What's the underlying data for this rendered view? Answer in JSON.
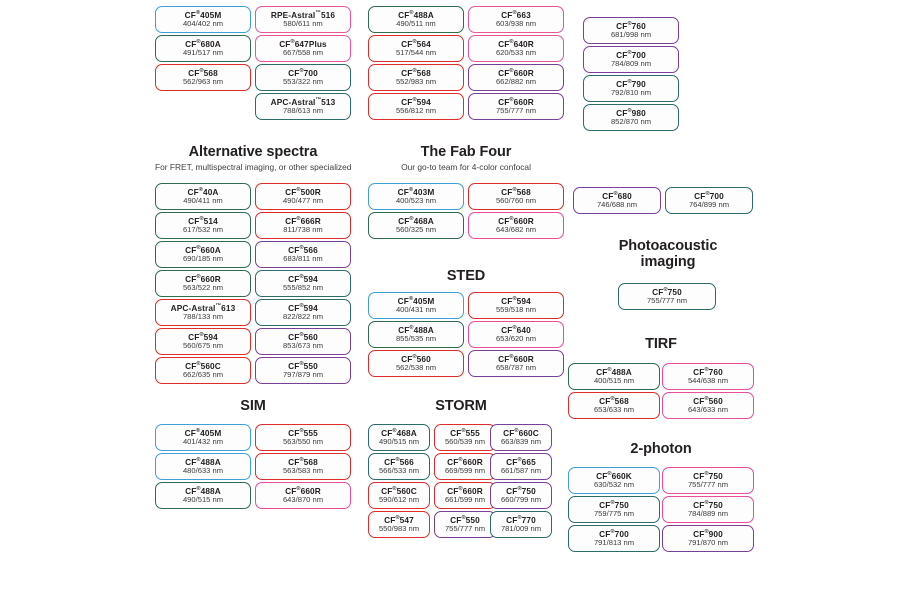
{
  "page": {
    "title": "Fluorescent dye selection chart",
    "colors": {
      "blue": "#3f9fd8",
      "green": "#2f6b4f",
      "red": "#e02b2b",
      "pink": "#e8559d",
      "magenta": "#ec4a9b",
      "purple": "#7b3f98",
      "teal": "#2d6b6b",
      "gray": "#8c8c8c",
      "text": "#231f20",
      "subtext": "#3f3f3f",
      "background": "#ffffff"
    }
  },
  "sections": [
    {
      "id": "top-left-group",
      "name": "top-left-group",
      "heading": "",
      "subheading": "",
      "columns": [
        {
          "id": "top-col-1",
          "items": [
            {
              "name": "CF",
              "sup": "®",
              "suffix": "405M",
              "ex_em": "404/402 nm",
              "color": "blue"
            },
            {
              "name": "CF",
              "sup": "®",
              "suffix": "680A",
              "ex_em": "491/517 nm",
              "color": "green"
            },
            {
              "name": "CF",
              "sup": "®",
              "suffix": "568",
              "ex_em": "562/963 nm",
              "color": "red"
            }
          ]
        },
        {
          "id": "top-col-2",
          "items": [
            {
              "name": "RPE-Astral",
              "sup": "™",
              "suffix": "516",
              "ex_em": "580/611 nm",
              "color": "pink"
            },
            {
              "name": "CF",
              "sup": "®",
              "suffix": "647Plus",
              "ex_em": "667/558 nm",
              "color": "pink"
            },
            {
              "name": "CF",
              "sup": "®",
              "suffix": "700",
              "ex_em": "553/322 nm",
              "color": "teal"
            },
            {
              "name": "APC-Astral",
              "sup": "™",
              "suffix": "513",
              "ex_em": "788/613 nm",
              "color": "teal"
            }
          ]
        },
        {
          "id": "top-col-3",
          "items": [
            {
              "name": "CF",
              "sup": "®",
              "suffix": "488A",
              "ex_em": "490/511 nm",
              "color": "green"
            },
            {
              "name": "CF",
              "sup": "®",
              "suffix": "564",
              "ex_em": "517/544 nm",
              "color": "red"
            },
            {
              "name": "CF",
              "sup": "®",
              "suffix": "568",
              "ex_em": "552/983 nm",
              "color": "red"
            },
            {
              "name": "CF",
              "sup": "®",
              "suffix": "594",
              "ex_em": "556/812 nm",
              "color": "red"
            }
          ]
        },
        {
          "id": "top-col-4",
          "items": [
            {
              "name": "CF",
              "sup": "®",
              "suffix": "663",
              "ex_em": "603/938 nm",
              "color": "pink"
            },
            {
              "name": "CF",
              "sup": "®",
              "suffix": "640R",
              "ex_em": "620/533 nm",
              "color": "pink"
            },
            {
              "name": "CF",
              "sup": "®",
              "suffix": "660R",
              "ex_em": "662/882 nm",
              "color": "purple"
            },
            {
              "name": "CF",
              "sup": "®",
              "suffix": "660R",
              "ex_em": "755/777 nm",
              "color": "purple"
            }
          ]
        },
        {
          "id": "top-col-5",
          "items": [
            {
              "name": "CF",
              "sup": "®",
              "suffix": "760",
              "ex_em": "681/998 nm",
              "color": "purple"
            },
            {
              "name": "CF",
              "sup": "®",
              "suffix": "700",
              "ex_em": "784/809 nm",
              "color": "purple"
            },
            {
              "name": "CF",
              "sup": "®",
              "suffix": "790",
              "ex_em": "792/810 nm",
              "color": "teal"
            },
            {
              "name": "CF",
              "sup": "®",
              "suffix": "980",
              "ex_em": "852/870 nm",
              "color": "teal"
            }
          ]
        }
      ]
    },
    {
      "id": "alternative-spectra",
      "name": "alternative-spectra",
      "heading": "Alternative spectra",
      "subheading": "For FRET, multispectral imaging, or other specialized",
      "columns": [
        {
          "id": "alt-col-1",
          "items": [
            {
              "name": "CF",
              "sup": "®",
              "suffix": "40A",
              "ex_em": "490/411 nm",
              "color": "green"
            },
            {
              "name": "CF",
              "sup": "®",
              "suffix": "514",
              "ex_em": "617/532 nm",
              "color": "green"
            },
            {
              "name": "CF",
              "sup": "®",
              "suffix": "660A",
              "ex_em": "690/185 nm",
              "color": "green"
            },
            {
              "name": "CF",
              "sup": "®",
              "suffix": "660R",
              "ex_em": "563/522 nm",
              "color": "green"
            },
            {
              "name": "APC-Astral",
              "sup": "™",
              "suffix": "613",
              "ex_em": "788/133 nm",
              "color": "red"
            },
            {
              "name": "CF",
              "sup": "®",
              "suffix": "594",
              "ex_em": "560/675 nm",
              "color": "red"
            },
            {
              "name": "CF",
              "sup": "®",
              "suffix": "560C",
              "ex_em": "662/635 nm",
              "color": "red"
            }
          ]
        },
        {
          "id": "alt-col-2",
          "items": [
            {
              "name": "CF",
              "sup": "®",
              "suffix": "500R",
              "ex_em": "490/477 nm",
              "color": "red"
            },
            {
              "name": "CF",
              "sup": "®",
              "suffix": "666R",
              "ex_em": "811/738 nm",
              "color": "red"
            },
            {
              "name": "CF",
              "sup": "®",
              "suffix": "566",
              "ex_em": "683/811 nm",
              "color": "purple"
            },
            {
              "name": "CF",
              "sup": "®",
              "suffix": "594",
              "ex_em": "555/852 nm",
              "color": "teal"
            },
            {
              "name": "CF",
              "sup": "®",
              "suffix": "594",
              "ex_em": "822/822 nm",
              "color": "teal"
            },
            {
              "name": "CF",
              "sup": "®",
              "suffix": "560",
              "ex_em": "853/673 nm",
              "color": "purple"
            },
            {
              "name": "CF",
              "sup": "®",
              "suffix": "550",
              "ex_em": "797/879 nm",
              "color": "purple"
            }
          ]
        }
      ]
    },
    {
      "id": "the-fab-four",
      "name": "the-fab-four",
      "heading": "The Fab Four",
      "subheading": "Our go-to team for 4-color confocal",
      "columns": [
        {
          "id": "fab-col-1",
          "items": [
            {
              "name": "CF",
              "sup": "®",
              "suffix": "403M",
              "ex_em": "400/523 nm",
              "color": "blue"
            },
            {
              "name": "CF",
              "sup": "®",
              "suffix": "468A",
              "ex_em": "560/325 nm",
              "color": "green"
            }
          ]
        },
        {
          "id": "fab-col-2",
          "items": [
            {
              "name": "CF",
              "sup": "®",
              "suffix": "568",
              "ex_em": "560/760 nm",
              "color": "red"
            },
            {
              "name": "CF",
              "sup": "®",
              "suffix": "660R",
              "ex_em": "643/682 nm",
              "color": "magenta"
            }
          ]
        }
      ]
    },
    {
      "id": "sted",
      "name": "sted",
      "heading": "STED",
      "subheading": "",
      "columns": [
        {
          "id": "sted-col-1",
          "items": [
            {
              "name": "CF",
              "sup": "®",
              "suffix": "405M",
              "ex_em": "400/431 nm",
              "color": "blue"
            },
            {
              "name": "CF",
              "sup": "®",
              "suffix": "488A",
              "ex_em": "855/535 nm",
              "color": "green"
            },
            {
              "name": "CF",
              "sup": "®",
              "suffix": "560",
              "ex_em": "562/538 nm",
              "color": "red"
            }
          ]
        },
        {
          "id": "sted-col-2",
          "items": [
            {
              "name": "CF",
              "sup": "®",
              "suffix": "594",
              "ex_em": "559/518 nm",
              "color": "red"
            },
            {
              "name": "CF",
              "sup": "®",
              "suffix": "640",
              "ex_em": "653/620 nm",
              "color": "magenta"
            },
            {
              "name": "CF",
              "sup": "®",
              "suffix": "660R",
              "ex_em": "658/787 nm",
              "color": "purple"
            }
          ]
        }
      ]
    },
    {
      "id": "sim",
      "name": "sim",
      "heading": "SIM",
      "subheading": "",
      "columns": [
        {
          "id": "sim-col-1",
          "items": [
            {
              "name": "CF",
              "sup": "®",
              "suffix": "405M",
              "ex_em": "401/432 nm",
              "color": "blue"
            },
            {
              "name": "CF",
              "sup": "®",
              "suffix": "488A",
              "ex_em": "480/633 nm",
              "color": "blue"
            },
            {
              "name": "CF",
              "sup": "®",
              "suffix": "488A",
              "ex_em": "490/515 nm",
              "color": "green"
            }
          ]
        },
        {
          "id": "sim-col-2",
          "items": [
            {
              "name": "CF",
              "sup": "®",
              "suffix": "555",
              "ex_em": "563/550 nm",
              "color": "red"
            },
            {
              "name": "CF",
              "sup": "®",
              "suffix": "568",
              "ex_em": "563/583 nm",
              "color": "red"
            },
            {
              "name": "CF",
              "sup": "®",
              "suffix": "660R",
              "ex_em": "643/870 nm",
              "color": "magenta"
            }
          ]
        }
      ]
    },
    {
      "id": "storm",
      "name": "storm",
      "heading": "STORM",
      "subheading": "",
      "columns": [
        {
          "id": "storm-col-1",
          "items": [
            {
              "name": "CF",
              "sup": "®",
              "suffix": "468A",
              "ex_em": "490/515 nm",
              "color": "teal"
            },
            {
              "name": "CF",
              "sup": "®",
              "suffix": "566",
              "ex_em": "566/533 nm",
              "color": "teal"
            },
            {
              "name": "CF",
              "sup": "®",
              "suffix": "560C",
              "ex_em": "590/612 nm",
              "color": "red"
            },
            {
              "name": "CF",
              "sup": "®",
              "suffix": "547",
              "ex_em": "550/983 nm",
              "color": "red"
            }
          ]
        },
        {
          "id": "storm-col-2",
          "items": [
            {
              "name": "CF",
              "sup": "®",
              "suffix": "555",
              "ex_em": "560/539 nm",
              "color": "red"
            },
            {
              "name": "CF",
              "sup": "®",
              "suffix": "660R",
              "ex_em": "669/599 nm",
              "color": "red"
            },
            {
              "name": "CF",
              "sup": "®",
              "suffix": "660R",
              "ex_em": "661/599 nm",
              "color": "red"
            },
            {
              "name": "CF",
              "sup": "®",
              "suffix": "550",
              "ex_em": "755/777 nm",
              "color": "purple"
            }
          ]
        },
        {
          "id": "storm-col-3",
          "items": [
            {
              "name": "CF",
              "sup": "®",
              "suffix": "660C",
              "ex_em": "663/839 nm",
              "color": "purple"
            },
            {
              "name": "CF",
              "sup": "®",
              "suffix": "665",
              "ex_em": "661/587 nm",
              "color": "purple"
            },
            {
              "name": "CF",
              "sup": "®",
              "suffix": "750",
              "ex_em": "660/799 nm",
              "color": "purple"
            },
            {
              "name": "CF",
              "sup": "®",
              "suffix": "770",
              "ex_em": "781/009 nm",
              "color": "teal"
            }
          ]
        }
      ]
    },
    {
      "id": "unlabeled-right",
      "name": "unlabeled-right-pair",
      "heading": "",
      "subheading": "",
      "columns": [
        {
          "id": "right-pair-col-1",
          "items": [
            {
              "name": "CF",
              "sup": "®",
              "suffix": "680",
              "ex_em": "746/688 nm",
              "color": "purple"
            }
          ]
        },
        {
          "id": "right-pair-col-2",
          "items": [
            {
              "name": "CF",
              "sup": "®",
              "suffix": "700",
              "ex_em": "764/899 nm",
              "color": "teal"
            }
          ]
        }
      ]
    },
    {
      "id": "photoacoustic-imaging",
      "name": "photoacoustic-imaging",
      "heading": "Photoacoustic imaging",
      "heading_line1": "Photoacoustic",
      "heading_line2": "imaging",
      "subheading": "",
      "columns": [
        {
          "id": "photo-col-1",
          "items": [
            {
              "name": "CF",
              "sup": "®",
              "suffix": "750",
              "ex_em": "755/777 nm",
              "color": "teal"
            }
          ]
        }
      ]
    },
    {
      "id": "tirf",
      "name": "tirf",
      "heading": "TIRF",
      "subheading": "",
      "columns": [
        {
          "id": "tirf-col-1",
          "items": [
            {
              "name": "CF",
              "sup": "®",
              "suffix": "488A",
              "ex_em": "400/515 nm",
              "color": "green"
            },
            {
              "name": "CF",
              "sup": "®",
              "suffix": "568",
              "ex_em": "653/633 nm",
              "color": "red"
            }
          ]
        },
        {
          "id": "tirf-col-2",
          "items": [
            {
              "name": "CF",
              "sup": "®",
              "suffix": "760",
              "ex_em": "544/638 nm",
              "color": "magenta"
            },
            {
              "name": "CF",
              "sup": "®",
              "suffix": "560",
              "ex_em": "643/633 nm",
              "color": "magenta"
            }
          ]
        }
      ]
    },
    {
      "id": "two-photon",
      "name": "two-photon",
      "heading": "2-photon",
      "subheading": "",
      "columns": [
        {
          "id": "twop-col-1",
          "items": [
            {
              "name": "CF",
              "sup": "®",
              "suffix": "660K",
              "ex_em": "630/532 nm",
              "color": "blue"
            },
            {
              "name": "CF",
              "sup": "®",
              "suffix": "750",
              "ex_em": "759/775 nm",
              "color": "teal"
            },
            {
              "name": "CF",
              "sup": "®",
              "suffix": "700",
              "ex_em": "791/813 nm",
              "color": "teal"
            }
          ]
        },
        {
          "id": "twop-col-2",
          "items": [
            {
              "name": "CF",
              "sup": "®",
              "suffix": "750",
              "ex_em": "755/777 nm",
              "color": "magenta"
            },
            {
              "name": "CF",
              "sup": "®",
              "suffix": "750",
              "ex_em": "784/889 nm",
              "color": "magenta"
            },
            {
              "name": "CF",
              "sup": "®",
              "suffix": "900",
              "ex_em": "791/870 nm",
              "color": "purple"
            }
          ]
        }
      ]
    }
  ],
  "layout": {
    "chip_w_narrow": 92,
    "chip_w_wide": 108,
    "chip_h": 28,
    "row_gap": 28
  }
}
